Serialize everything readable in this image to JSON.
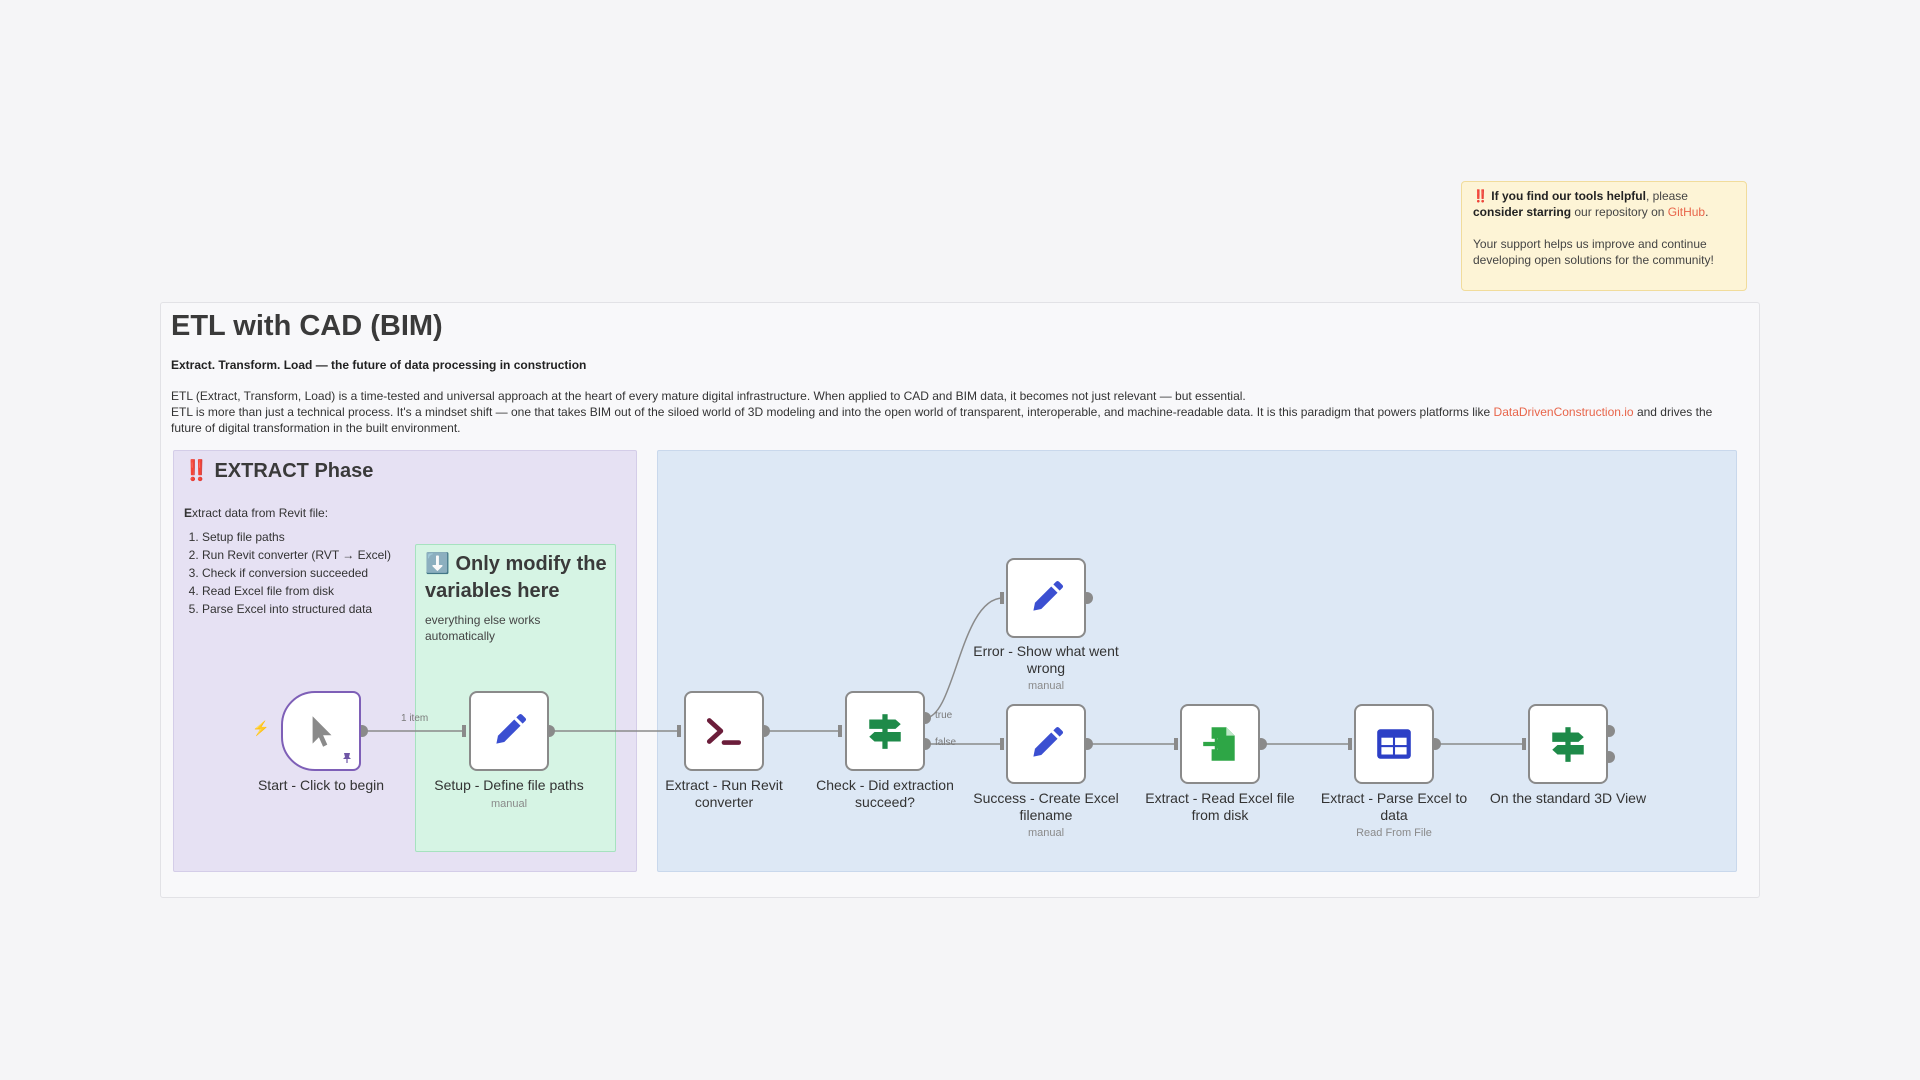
{
  "support_note": {
    "pre": "‼️ ",
    "bold1": "If you find our tools helpful",
    "text1": ", please ",
    "bold2": "consider starring",
    "text2": " our repository on ",
    "link": "GitHub",
    "text3": ".",
    "para2": "Your support helps us improve and continue developing open solutions for the community!"
  },
  "main": {
    "title": "ETL with CAD (BIM)",
    "subtitle": "Extract. Transform. Load — the future of data processing in construction",
    "desc_line1": "ETL (Extract, Transform, Load) is a time-tested and universal approach at the heart of every mature digital infrastructure. When applied to CAD and BIM data, it becomes not just relevant — but essential.",
    "desc_line2_a": "ETL is more than just a technical process. It's a mindset shift — one that takes BIM out of the siloed world of 3D modeling and into the open world of transparent, interoperable, and machine-readable data. It is this paradigm that powers platforms like ",
    "desc_link": "DataDrivenConstruction.io",
    "desc_line2_b": " and drives the future of digital transformation in the built environment."
  },
  "extract_section": {
    "title": "‼️ EXTRACT Phase",
    "intro_first": "E",
    "intro_rest": "xtract data from Revit file:",
    "steps": [
      "Setup file paths",
      "Run Revit converter (RVT → Excel)",
      "Check if conversion succeeded",
      "Read Excel file from disk",
      "Parse Excel into structured data"
    ]
  },
  "modify_note": {
    "title": "⬇️ Only modify the variables here",
    "subtitle": "everything else works automatically"
  },
  "nodes": {
    "start": {
      "label": "Start - Click to begin",
      "icon": "cursor-icon"
    },
    "setup": {
      "label": "Setup - Define file paths",
      "sub": "manual",
      "icon": "pencil-icon"
    },
    "run": {
      "label": "Extract - Run Revit converter",
      "icon": "terminal-icon"
    },
    "check": {
      "label": "Check - Did extraction succeed?",
      "icon": "signpost-icon"
    },
    "error": {
      "label": "Error - Show what went wrong",
      "sub": "manual",
      "icon": "pencil-icon"
    },
    "success": {
      "label": "Success - Create Excel filename",
      "sub": "manual",
      "icon": "pencil-icon"
    },
    "read": {
      "label": "Extract - Read Excel file from disk",
      "icon": "file-import-icon"
    },
    "parse": {
      "label": "Extract - Parse Excel to data",
      "sub": "Read From File",
      "icon": "table-icon"
    },
    "view": {
      "label": "On the standard 3D View",
      "icon": "signpost-icon"
    }
  },
  "connections": {
    "items_label": "1 item",
    "true_label": "true",
    "false_label": "false"
  },
  "colors": {
    "accent_link": "#e8654a",
    "extract_bg": "#e6e1f3",
    "transform_bg": "#dde8f5",
    "modify_bg": "#d6f4e4",
    "pencil": "#3b4fd1",
    "terminal": "#6b1d3a",
    "signpost": "#1e8a49",
    "file_import": "#2ea646",
    "table": "#2c3fc6"
  }
}
